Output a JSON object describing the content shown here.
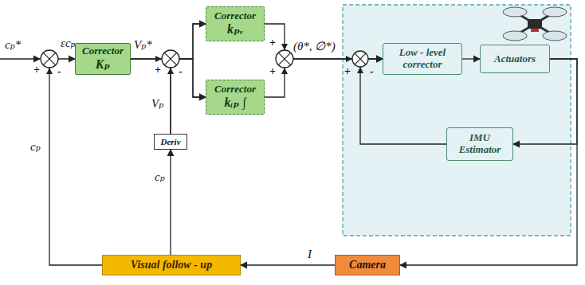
{
  "diagram": {
    "nodes": [
      {
        "text": [
          "Corrector",
          "Kₚ"
        ]
      },
      {
        "text": [
          "Corrector",
          "kₚᵥ"
        ]
      },
      {
        "text": [
          "Corrector",
          "kᵢₚ ∫"
        ]
      },
      {
        "text": [
          "Low - level corrector"
        ]
      },
      {
        "text": [
          "Actuators"
        ]
      },
      {
        "text": [
          "IMU Estimator"
        ]
      },
      {
        "text": [
          "Deriv"
        ]
      },
      {
        "text": [
          "Visual follow - up"
        ]
      },
      {
        "text": [
          "Camera"
        ]
      }
    ],
    "edges": [
      {
        "from": 7,
        "to": 0,
        "arrow": "to"
      },
      {
        "from": 0,
        "to": 1,
        "arrow": "to"
      },
      {
        "from": 0,
        "to": 2,
        "arrow": "to"
      },
      {
        "from": 1,
        "to": 3,
        "arrow": "to"
      },
      {
        "from": 2,
        "to": 3,
        "arrow": "to"
      },
      {
        "from": 3,
        "to": 4,
        "arrow": "to"
      },
      {
        "from": 4,
        "to": 8,
        "arrow": "to"
      },
      {
        "from": 4,
        "to": 5,
        "arrow": "to"
      },
      {
        "from": 5,
        "to": 3,
        "arrow": "to"
      },
      {
        "from": 8,
        "to": 7,
        "arrow": "to",
        "label": "I"
      },
      {
        "from": 7,
        "to": 6,
        "arrow": "to"
      },
      {
        "from": 6,
        "to": 1,
        "arrow": "to"
      },
      {
        "from": 6,
        "to": 2,
        "arrow": "to"
      }
    ],
    "labels": [
      "cₚ*",
      "+",
      "-",
      "εcₚ",
      "Vₚ*",
      "+",
      "-",
      "+",
      "+",
      "(θ*, ∅*)",
      "+",
      "-",
      "Vₚ",
      "cₚ",
      "cₚ"
    ]
  }
}
